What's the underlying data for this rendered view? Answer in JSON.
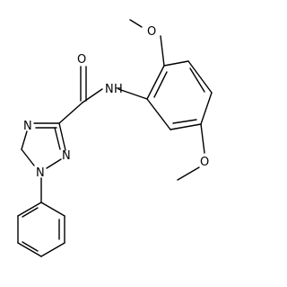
{
  "atoms": {
    "o_top": "O",
    "o_carbonyl": "O",
    "nh": "N",
    "h": "H",
    "o_right": "O",
    "n_ring_left": "N",
    "n_ring_bottom": "N",
    "n_ring_phenyl": "N"
  }
}
